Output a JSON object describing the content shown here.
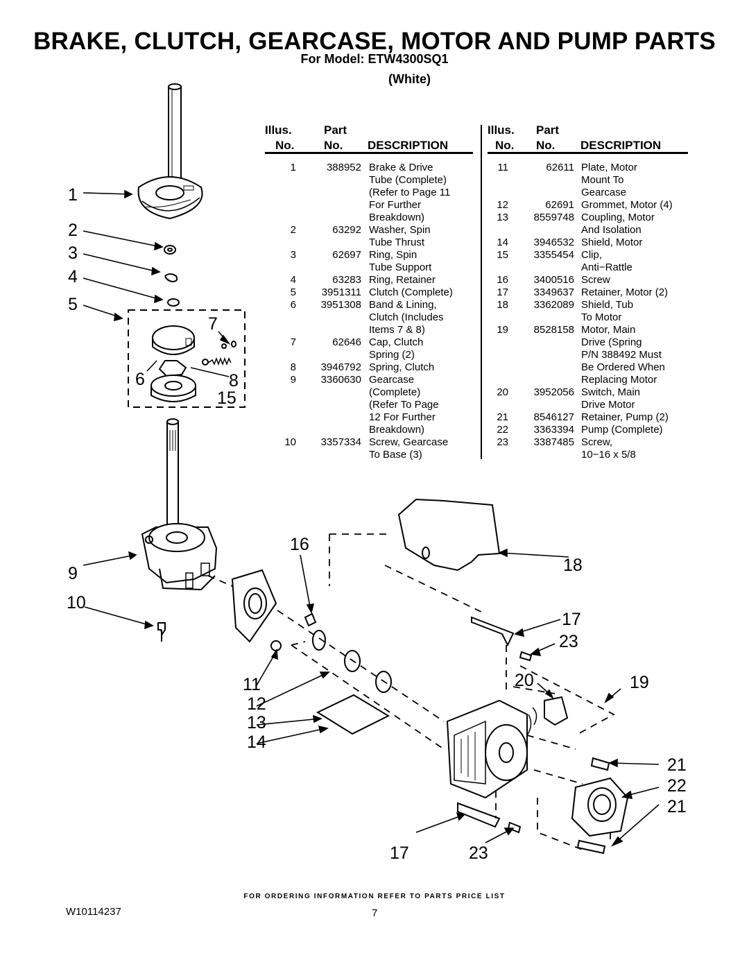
{
  "title": "BRAKE, CLUTCH, GEARCASE, MOTOR AND PUMP PARTS",
  "model_line": "For Model: ETW4300SQ1",
  "color_line": "(White)",
  "table_headers": {
    "illus_1": "Illus.",
    "illus_2": "No.",
    "part_1": "Part",
    "part_2": "No.",
    "description": "DESCRIPTION"
  },
  "parts_left": [
    {
      "illus": "1",
      "part": "388952",
      "desc": "Brake & Drive"
    },
    {
      "illus": "",
      "part": "",
      "desc": "Tube (Complete)"
    },
    {
      "illus": "",
      "part": "",
      "desc": "(Refer to Page 11"
    },
    {
      "illus": "",
      "part": "",
      "desc": "For Further"
    },
    {
      "illus": "",
      "part": "",
      "desc": "Breakdown)"
    },
    {
      "illus": "2",
      "part": "63292",
      "desc": "Washer, Spin"
    },
    {
      "illus": "",
      "part": "",
      "desc": "Tube Thrust"
    },
    {
      "illus": "3",
      "part": "62697",
      "desc": "Ring, Spin"
    },
    {
      "illus": "",
      "part": "",
      "desc": "Tube Support"
    },
    {
      "illus": "4",
      "part": "63283",
      "desc": "Ring, Retainer"
    },
    {
      "illus": "5",
      "part": "3951311",
      "desc": "Clutch (Complete)"
    },
    {
      "illus": "6",
      "part": "3951308",
      "desc": "Band & Lining,"
    },
    {
      "illus": "",
      "part": "",
      "desc": "Clutch (Includes"
    },
    {
      "illus": "",
      "part": "",
      "desc": "Items 7 & 8)"
    },
    {
      "illus": "7",
      "part": "62646",
      "desc": "Cap, Clutch"
    },
    {
      "illus": "",
      "part": "",
      "desc": "Spring (2)"
    },
    {
      "illus": "8",
      "part": "3946792",
      "desc": "Spring, Clutch"
    },
    {
      "illus": "9",
      "part": "3360630",
      "desc": "Gearcase"
    },
    {
      "illus": "",
      "part": "",
      "desc": "(Complete)"
    },
    {
      "illus": "",
      "part": "",
      "desc": "(Refer To Page"
    },
    {
      "illus": "",
      "part": "",
      "desc": "12 For Further"
    },
    {
      "illus": "",
      "part": "",
      "desc": "Breakdown)"
    },
    {
      "illus": "10",
      "part": "3357334",
      "desc": "Screw, Gearcase"
    },
    {
      "illus": "",
      "part": "",
      "desc": "To Base (3)"
    }
  ],
  "parts_right": [
    {
      "illus": "11",
      "part": "62611",
      "desc": "Plate, Motor"
    },
    {
      "illus": "",
      "part": "",
      "desc": "Mount To"
    },
    {
      "illus": "",
      "part": "",
      "desc": "Gearcase"
    },
    {
      "illus": "12",
      "part": "62691",
      "desc": "Grommet, Motor (4)"
    },
    {
      "illus": "13",
      "part": "8559748",
      "desc": "Coupling, Motor"
    },
    {
      "illus": "",
      "part": "",
      "desc": "And Isolation"
    },
    {
      "illus": "14",
      "part": "3946532",
      "desc": "Shield, Motor"
    },
    {
      "illus": "15",
      "part": "3355454",
      "desc": "Clip,"
    },
    {
      "illus": "",
      "part": "",
      "desc": "Anti−Rattle"
    },
    {
      "illus": "16",
      "part": "3400516",
      "desc": "Screw"
    },
    {
      "illus": "17",
      "part": "3349637",
      "desc": "Retainer, Motor (2)"
    },
    {
      "illus": "18",
      "part": "3362089",
      "desc": "Shield, Tub"
    },
    {
      "illus": "",
      "part": "",
      "desc": "To Motor"
    },
    {
      "illus": "19",
      "part": "8528158",
      "desc": "Motor, Main"
    },
    {
      "illus": "",
      "part": "",
      "desc": "Drive (Spring"
    },
    {
      "illus": "",
      "part": "",
      "desc": "P/N 388492 Must"
    },
    {
      "illus": "",
      "part": "",
      "desc": "Be Ordered When"
    },
    {
      "illus": "",
      "part": "",
      "desc": "Replacing Motor"
    },
    {
      "illus": "20",
      "part": "3952056",
      "desc": "Switch, Main"
    },
    {
      "illus": "",
      "part": "",
      "desc": "Drive Motor"
    },
    {
      "illus": "21",
      "part": "8546127",
      "desc": "Retainer, Pump (2)"
    },
    {
      "illus": "22",
      "part": "3363394",
      "desc": "Pump (Complete)"
    },
    {
      "illus": "23",
      "part": "3387485",
      "desc": "Screw,"
    },
    {
      "illus": "",
      "part": "",
      "desc": "10−16 x 5/8"
    }
  ],
  "callouts": {
    "c1": "1",
    "c2": "2",
    "c3": "3",
    "c4": "4",
    "c5": "5",
    "c6": "6",
    "c7": "7",
    "c8": "8",
    "c15": "15",
    "c9": "9",
    "c10": "10",
    "c16": "16",
    "c18": "18",
    "c17a": "17",
    "c23a": "23",
    "c11": "11",
    "c12": "12",
    "c13": "13",
    "c14": "14",
    "c20": "20",
    "c19": "19",
    "c21a": "21",
    "c22": "22",
    "c21b": "21",
    "c17b": "17",
    "c23b": "23"
  },
  "footer": "FOR ORDERING INFORMATION REFER TO PARTS PRICE LIST",
  "doc_number": "W10114237",
  "page_number": "7"
}
